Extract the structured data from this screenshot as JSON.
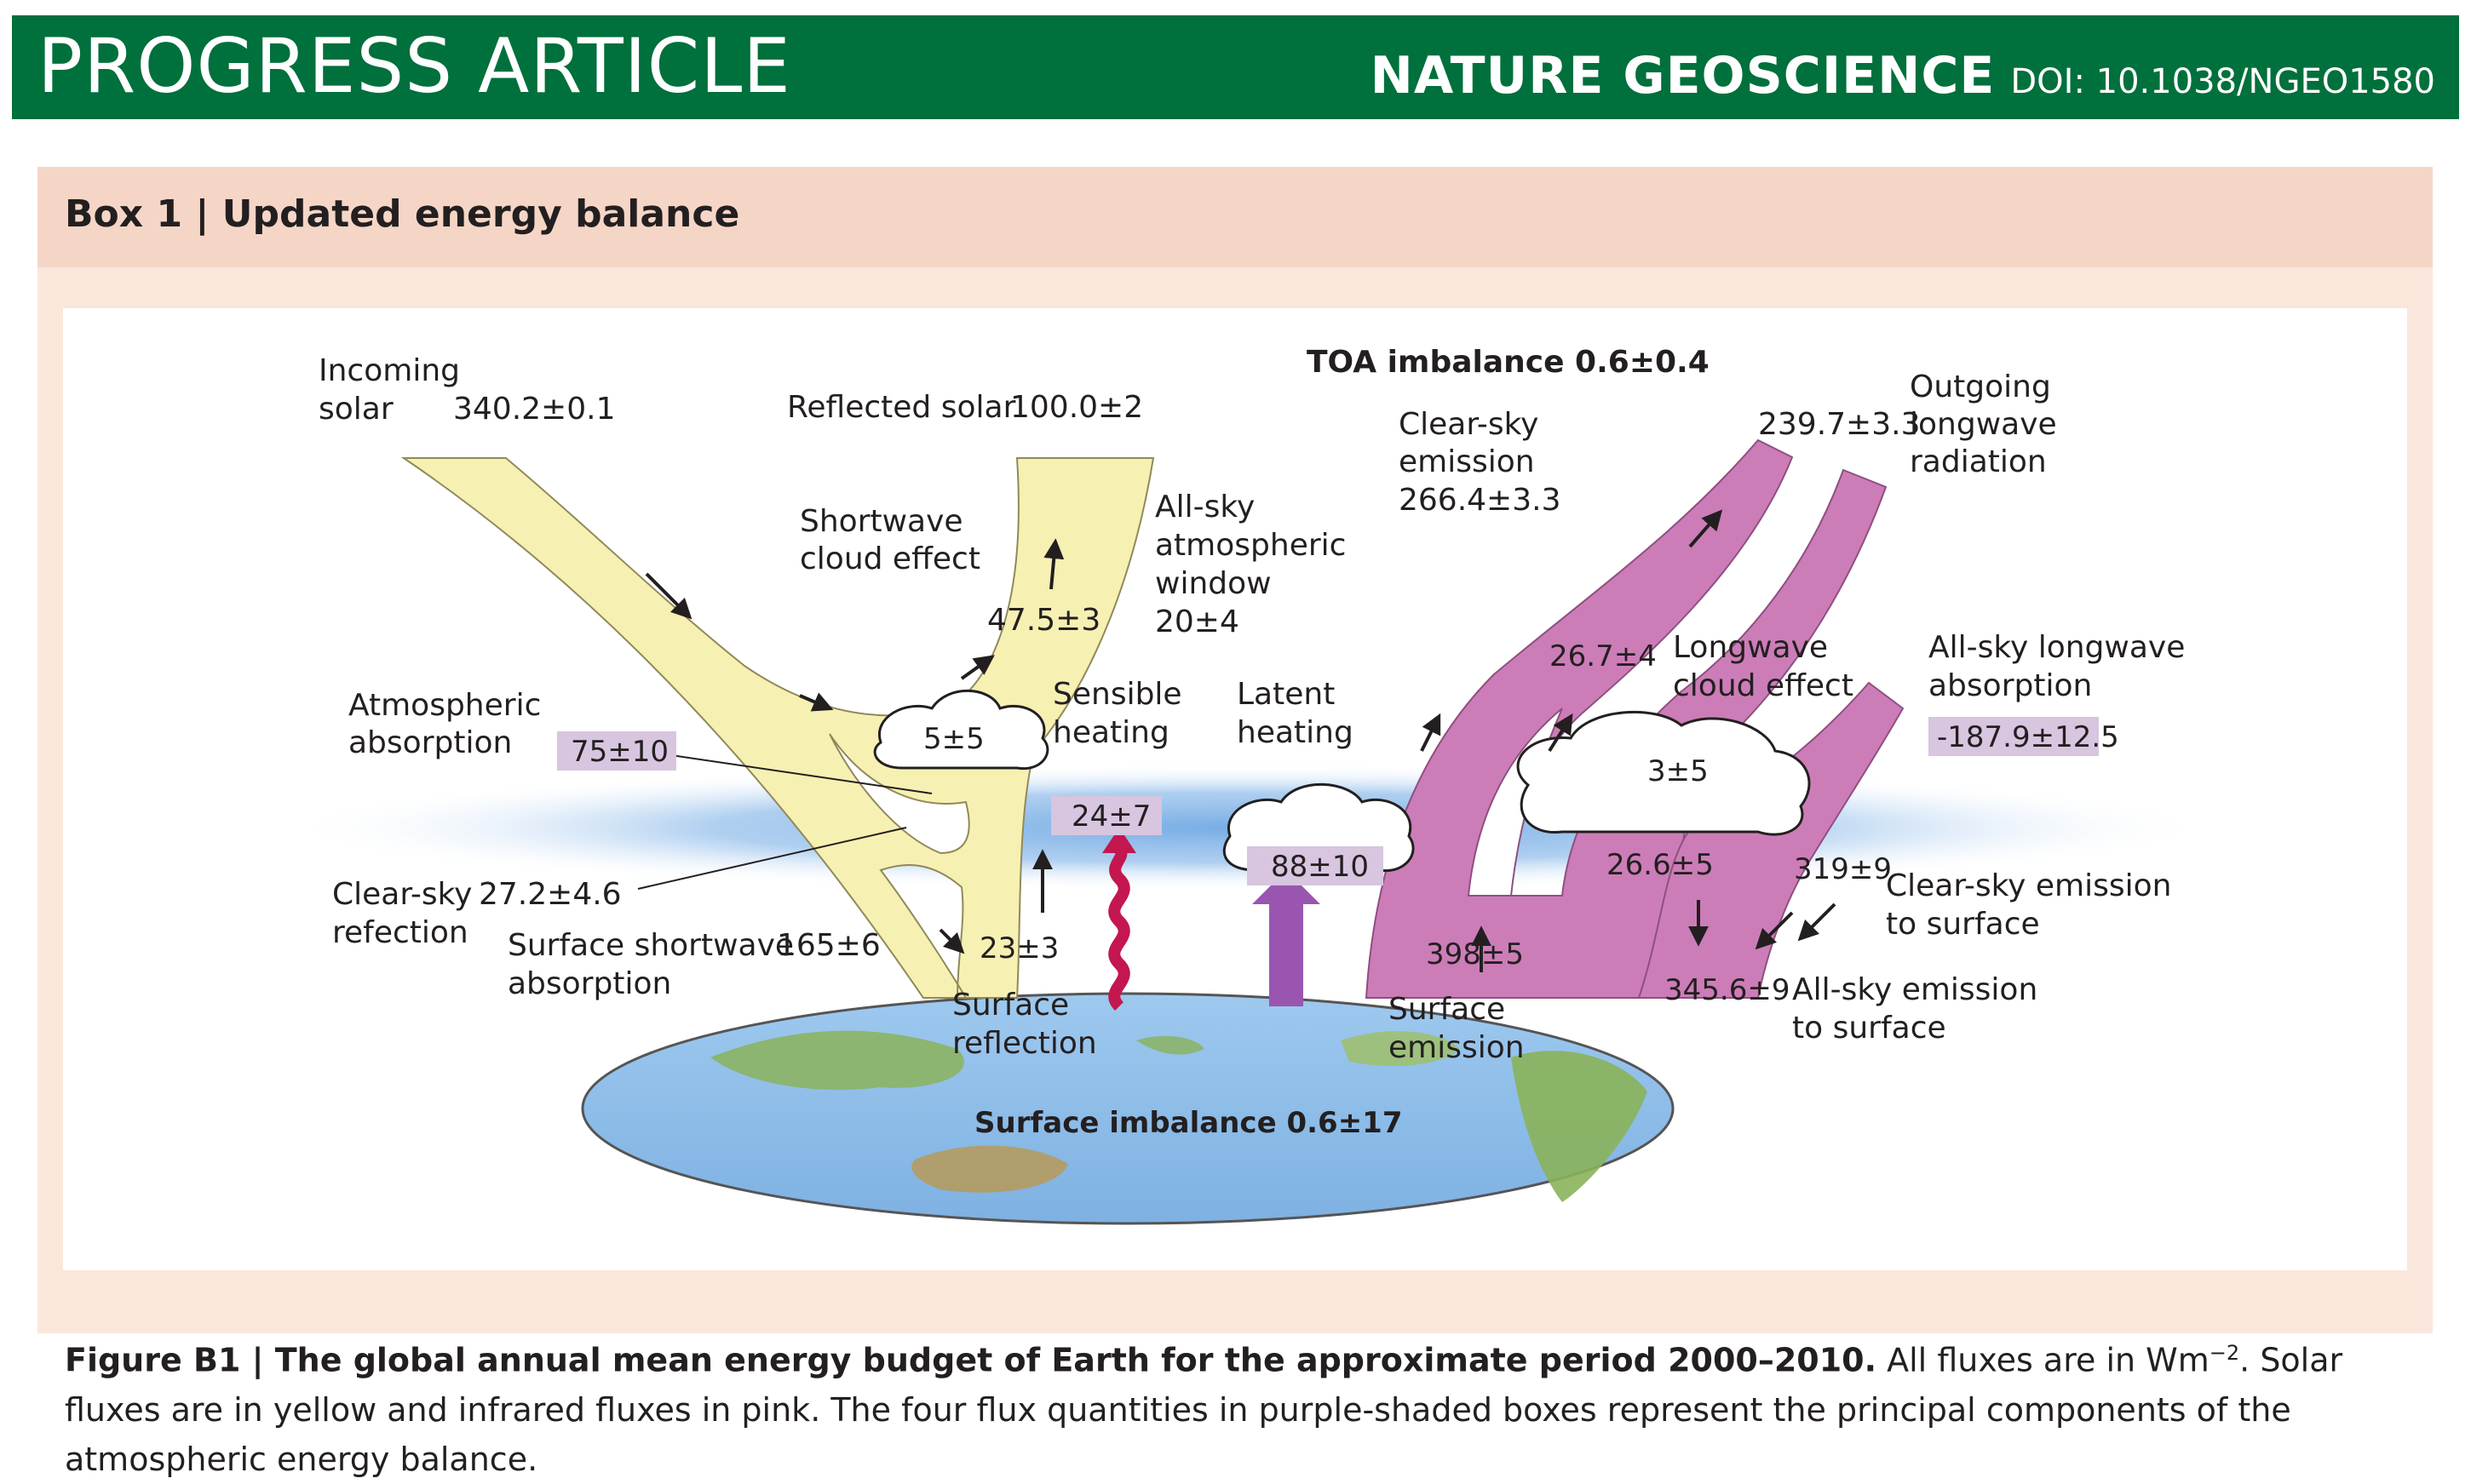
{
  "header": {
    "section": "PROGRESS ARTICLE",
    "journal": "NATURE GEOSCIENCE",
    "doi": "DOI: 10.1038/NGEO1580"
  },
  "box": {
    "title": "Box 1 | Updated energy balance"
  },
  "diagram": {
    "toa_imbalance": "TOA imbalance 0.6±0.4",
    "incoming_solar": {
      "l1": "Incoming",
      "l2": "solar",
      "value": "340.2±0.1"
    },
    "reflected_solar": {
      "label": "Reflected solar",
      "value": "100.0±2"
    },
    "shortwave_cloud": {
      "l1": "Shortwave",
      "l2": "cloud effect",
      "value": "47.5±3"
    },
    "all_sky_window": {
      "l1": "All-sky",
      "l2": "atmospheric",
      "l3": "window",
      "value": "20±4"
    },
    "clear_sky_emission": {
      "l1": "Clear-sky",
      "l2": "emission",
      "value": "266.4±3.3"
    },
    "olr": {
      "value": "239.7±3.3",
      "l1": "Outgoing",
      "l2": "longwave",
      "l3": "radiation"
    },
    "atm_absorption": {
      "l1": "Atmospheric",
      "l2": "absorption",
      "value": "75±10"
    },
    "cloud_reflect": {
      "value": "5±5"
    },
    "sensible": {
      "l1": "Sensible",
      "l2": "heating",
      "value": "24±7"
    },
    "latent": {
      "l1": "Latent",
      "l2": "heating",
      "value": "88±10"
    },
    "lw_cloud_arrow": {
      "value": "26.7±4"
    },
    "lw_cloud_effect": {
      "l1": "Longwave",
      "l2": "cloud effect",
      "value": "3±5"
    },
    "lw_absorption": {
      "l1": "All-sky longwave",
      "l2": "absorption",
      "value": "-187.9±12.5"
    },
    "clear_sky_reflection": {
      "l1": "Clear-sky",
      "l2": "refection",
      "value": "27.2±4.6"
    },
    "surface_sw": {
      "l1": "Surface shortwave",
      "l2": "absorption",
      "value": "165±6"
    },
    "surface_reflection": {
      "value": "23±3",
      "l1": "Surface",
      "l2": "reflection"
    },
    "surface_emission": {
      "value": "398±5",
      "l1": "Surface",
      "l2": "emission"
    },
    "cloud_down": {
      "value": "26.6±5"
    },
    "clear_sky_down": {
      "value": "319±9",
      "l1": "Clear-sky emission",
      "l2": "to surface"
    },
    "all_sky_down": {
      "value": "345.6±9",
      "l1": "All-sky emission",
      "l2": "to surface"
    },
    "surface_imbalance": "Surface imbalance 0.6±17"
  },
  "caption": {
    "label": "Figure B1 | The global annual mean energy budget of Earth for the approximate period 2000–2010.",
    "text1": " All fluxes are in Wm",
    "sup": "−2",
    "text2": ". Solar fluxes are in yellow and infrared fluxes in pink. The four flux quantities in purple-shaded boxes represent the principal components of the atmospheric energy balance."
  },
  "colors": {
    "banner": "#00703c",
    "box_header": "#f5d6c6",
    "box_body": "#fbe6dc",
    "solar": "#f7f0b3",
    "infrared": "#cc7db8",
    "purple_box": "#d8c5df",
    "atmosphere": "#7fb0e6",
    "sensible_arrow": "#c4164f",
    "latent_arrow": "#9a55b0"
  }
}
